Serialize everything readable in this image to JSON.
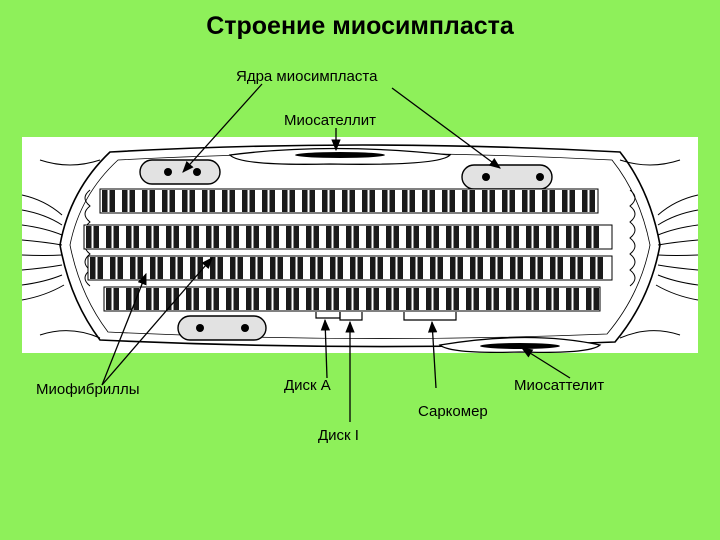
{
  "title": "Строение миосимпласта",
  "labels": {
    "nuclei": "Ядра  миосимпласта",
    "myosatellite_top": "Миосателлит",
    "myofibrils": "Миофибриллы",
    "disk_a": "Диск А",
    "disk_i": "Диск I",
    "sarcomere": "Саркомер",
    "myosatellite_bottom": "Миосаттелит"
  },
  "colors": {
    "background": "#8ef05a",
    "panel": "#ffffff",
    "ink": "#000000",
    "nucleus_fill": "#e2e2e2"
  }
}
